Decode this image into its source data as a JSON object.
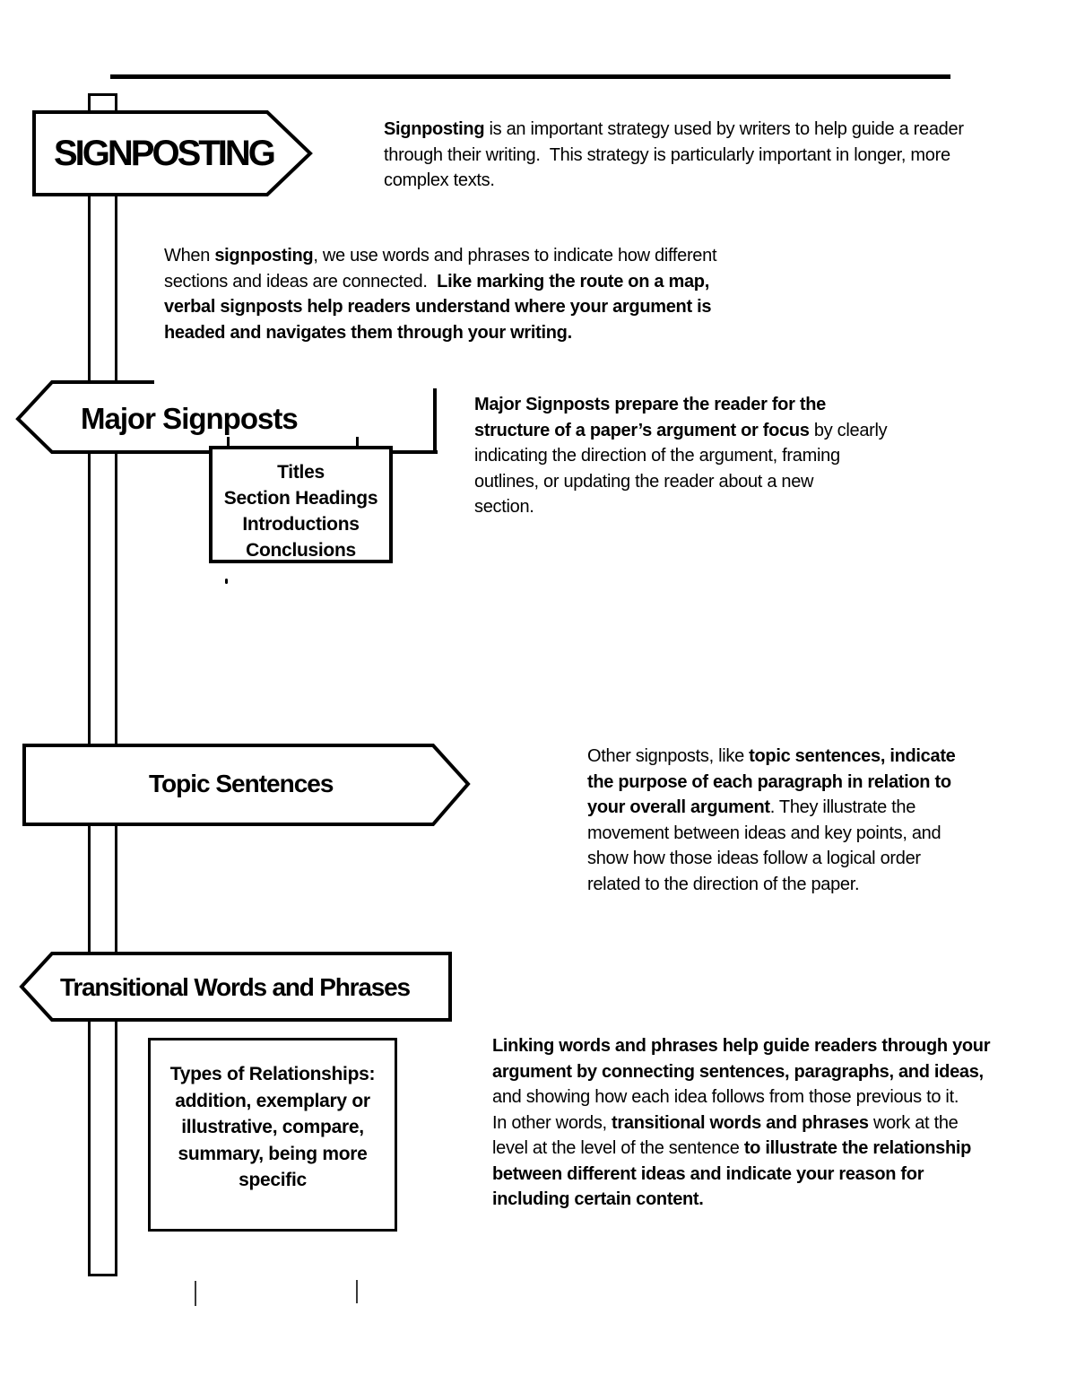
{
  "colors": {
    "ink": "#000000",
    "paper": "#ffffff",
    "tick_gray": "#3a3a3a"
  },
  "signs": {
    "signposting": {
      "label": "SIGNPOSTING",
      "direction": "right"
    },
    "major": {
      "label": "Major Signposts",
      "direction": "left"
    },
    "topic": {
      "label": "Topic Sentences",
      "direction": "right"
    },
    "transitional": {
      "label": "Transitional Words and Phrases",
      "direction": "left"
    }
  },
  "paragraphs": {
    "intro": [
      [
        {
          "t": "Signposting",
          "b": 1
        },
        {
          "t": " is an important strategy used by writers to help guide a reader",
          "b": 0
        }
      ],
      [
        {
          "t": "through their writing.  This strategy is particularly important in longer, more",
          "b": 0
        }
      ],
      [
        {
          "t": "complex texts.",
          "b": 0
        }
      ]
    ],
    "when": [
      [
        {
          "t": "When ",
          "b": 0
        },
        {
          "t": "signposting",
          "b": 1
        },
        {
          "t": ", we use words and phrases to indicate how different",
          "b": 0
        }
      ],
      [
        {
          "t": "sections and ideas are connected.  ",
          "b": 0
        },
        {
          "t": "Like marking the route on a map,",
          "b": 1
        }
      ],
      [
        {
          "t": "verbal signposts help readers understand where your argument is",
          "b": 1
        }
      ],
      [
        {
          "t": "headed and navigates them through your writing.",
          "b": 1
        }
      ]
    ],
    "major": [
      [
        {
          "t": "Major Signposts prepare the reader for the",
          "b": 1
        }
      ],
      [
        {
          "t": "structure of a paper’s argument or focus",
          "b": 1
        },
        {
          "t": " by clearly",
          "b": 0
        }
      ],
      [
        {
          "t": "indicating the direction of the argument, framing",
          "b": 0
        }
      ],
      [
        {
          "t": "outlines, or updating the reader about a new",
          "b": 0
        }
      ],
      [
        {
          "t": "section.",
          "b": 0
        }
      ]
    ],
    "topic": [
      [
        {
          "t": "Other signposts, like ",
          "b": 0
        },
        {
          "t": "topic sentences, indicate",
          "b": 1
        }
      ],
      [
        {
          "t": "the purpose of each paragraph in relation to",
          "b": 1
        }
      ],
      [
        {
          "t": "your overall argument",
          "b": 1
        },
        {
          "t": ". They illustrate the",
          "b": 0
        }
      ],
      [
        {
          "t": "movement between ideas and key points, and",
          "b": 0
        }
      ],
      [
        {
          "t": "show how those ideas follow a logical order",
          "b": 0
        }
      ],
      [
        {
          "t": "related to the direction of the paper.",
          "b": 0
        }
      ]
    ],
    "linking": [
      [
        {
          "t": "Linking words and phrases help guide readers through your",
          "b": 1
        }
      ],
      [
        {
          "t": "argument by connecting sentences, paragraphs, and ideas,",
          "b": 1
        }
      ],
      [
        {
          "t": "and showing how each idea follows from those previous to it.",
          "b": 0
        }
      ],
      [
        {
          "t": "In other words, ",
          "b": 0
        },
        {
          "t": "transitional words and phrases",
          "b": 1
        },
        {
          "t": " work at the",
          "b": 0
        }
      ],
      [
        {
          "t": "level at the level of the sentence ",
          "b": 0
        },
        {
          "t": "to illustrate the relationship",
          "b": 1
        }
      ],
      [
        {
          "t": "between different ideas and indicate your reason for",
          "b": 1
        }
      ],
      [
        {
          "t": "including certain content.",
          "b": 1
        }
      ]
    ]
  },
  "boxes": {
    "major_examples": {
      "lines": [
        "Titles",
        "Section Headings",
        "Introductions",
        "Conclusions"
      ]
    },
    "relationships": {
      "lines": [
        "Types of Relationships:",
        "addition, exemplary or",
        "illustrative, compare,",
        "summary, being more",
        "specific"
      ]
    }
  }
}
